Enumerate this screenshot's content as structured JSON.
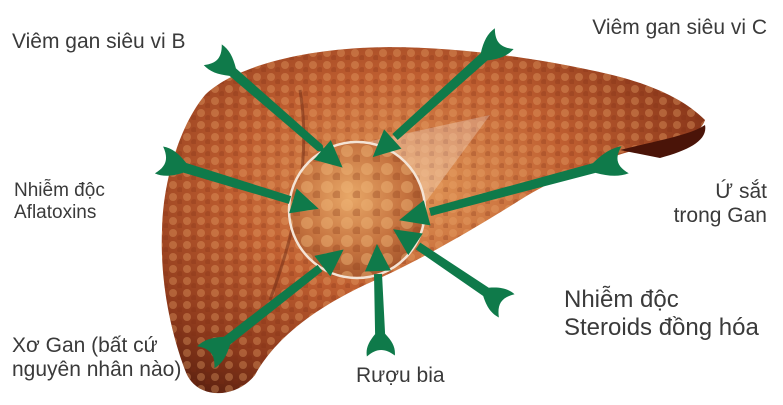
{
  "labels": {
    "hep_b": "Viêm gan siêu vi B",
    "hep_c": "Viêm gan siêu vi C",
    "aflatoxin": [
      "Nhiễm độc",
      "Aflatoxins"
    ],
    "iron": [
      "Ứ sắt",
      "trong Gan"
    ],
    "cirrhosis": [
      "Xơ Gan (bất cứ",
      "nguyên nhân nào)"
    ],
    "alcohol": "Rượu bia",
    "steroids": [
      "Nhiễm độc",
      "Steroids đồng hóa"
    ]
  },
  "colors": {
    "arrow": "#0f7a4a",
    "liver_main": "#b4522a",
    "liver_light": "#d98a4a",
    "liver_dark": "#6e2a14",
    "text": "#3a3a3a"
  }
}
